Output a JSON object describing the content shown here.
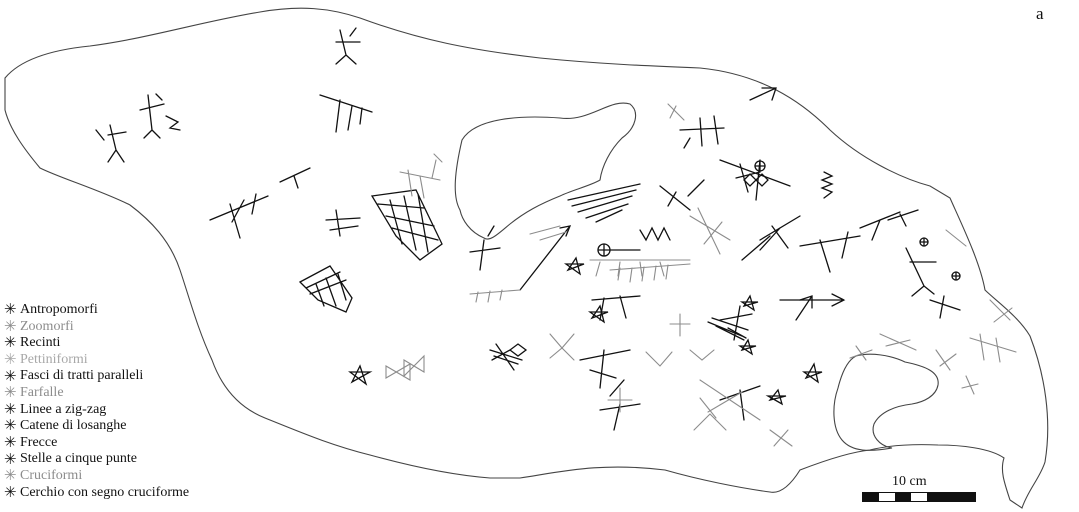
{
  "panel_letter": "a",
  "legend": {
    "items": [
      {
        "label": "Antropomorfi",
        "color": "#111111"
      },
      {
        "label": "Zoomorfi",
        "color": "#8c8c8c"
      },
      {
        "label": "Recinti",
        "color": "#111111"
      },
      {
        "label": "Pettiniformi",
        "color": "#a8a8a8"
      },
      {
        "label": "Fasci di tratti paralleli",
        "color": "#111111"
      },
      {
        "label": "Farfalle",
        "color": "#8c8c8c"
      },
      {
        "label": "Linee a zig-zag",
        "color": "#111111"
      },
      {
        "label": "Catene di losanghe",
        "color": "#111111"
      },
      {
        "label": "Frecce",
        "color": "#111111"
      },
      {
        "label": "Stelle a cinque punte",
        "color": "#111111"
      },
      {
        "label": "Cruciformi",
        "color": "#8c8c8c"
      },
      {
        "label": "Cerchio con segno cruciforme",
        "color": "#111111"
      }
    ]
  },
  "scale_bar": {
    "label": "10 cm",
    "segments": [
      "#111111",
      "#ffffff",
      "#111111",
      "#ffffff",
      "#111111",
      "#111111"
    ]
  },
  "colors": {
    "outline": "#444444",
    "engraving_dark": "#111111",
    "engraving_gray": "#8c8c8c"
  }
}
